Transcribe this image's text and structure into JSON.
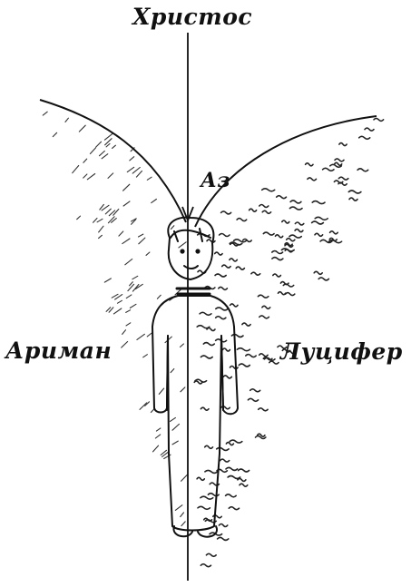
{
  "labels": {
    "top": "Христос",
    "ego": "Аз",
    "left": "Ариман",
    "right": "Луцифер"
  },
  "colors": {
    "ink": "#111111",
    "paper": "#ffffff"
  }
}
